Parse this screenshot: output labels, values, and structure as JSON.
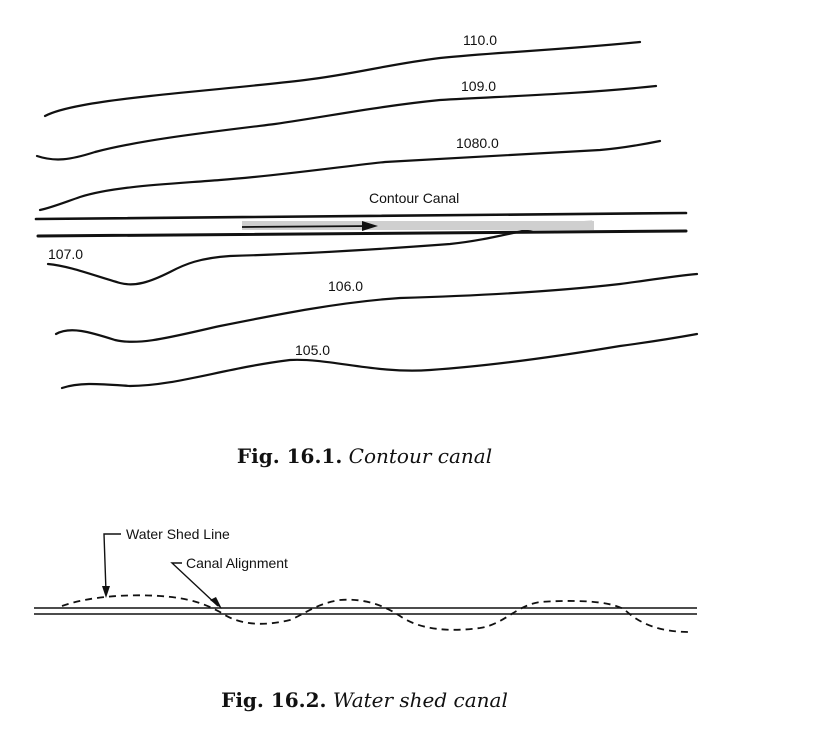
{
  "figure_1": {
    "contour_labels": {
      "c110": "110.0",
      "c109": "109.0",
      "c1080": "1080.0",
      "c107": "107.0",
      "c106": "106.0",
      "c105": "105.0"
    },
    "canal_label": "Contour Canal",
    "caption_number": "Fig. 16.1.",
    "caption_title": "Contour canal"
  },
  "figure_2": {
    "watershed_label": "Water Shed Line",
    "alignment_label": "Canal Alignment",
    "caption_number": "Fig. 16.2.",
    "caption_title": "Water shed canal"
  },
  "colors": {
    "ink": "#111111",
    "arrow_band": "#c8c8c8"
  }
}
